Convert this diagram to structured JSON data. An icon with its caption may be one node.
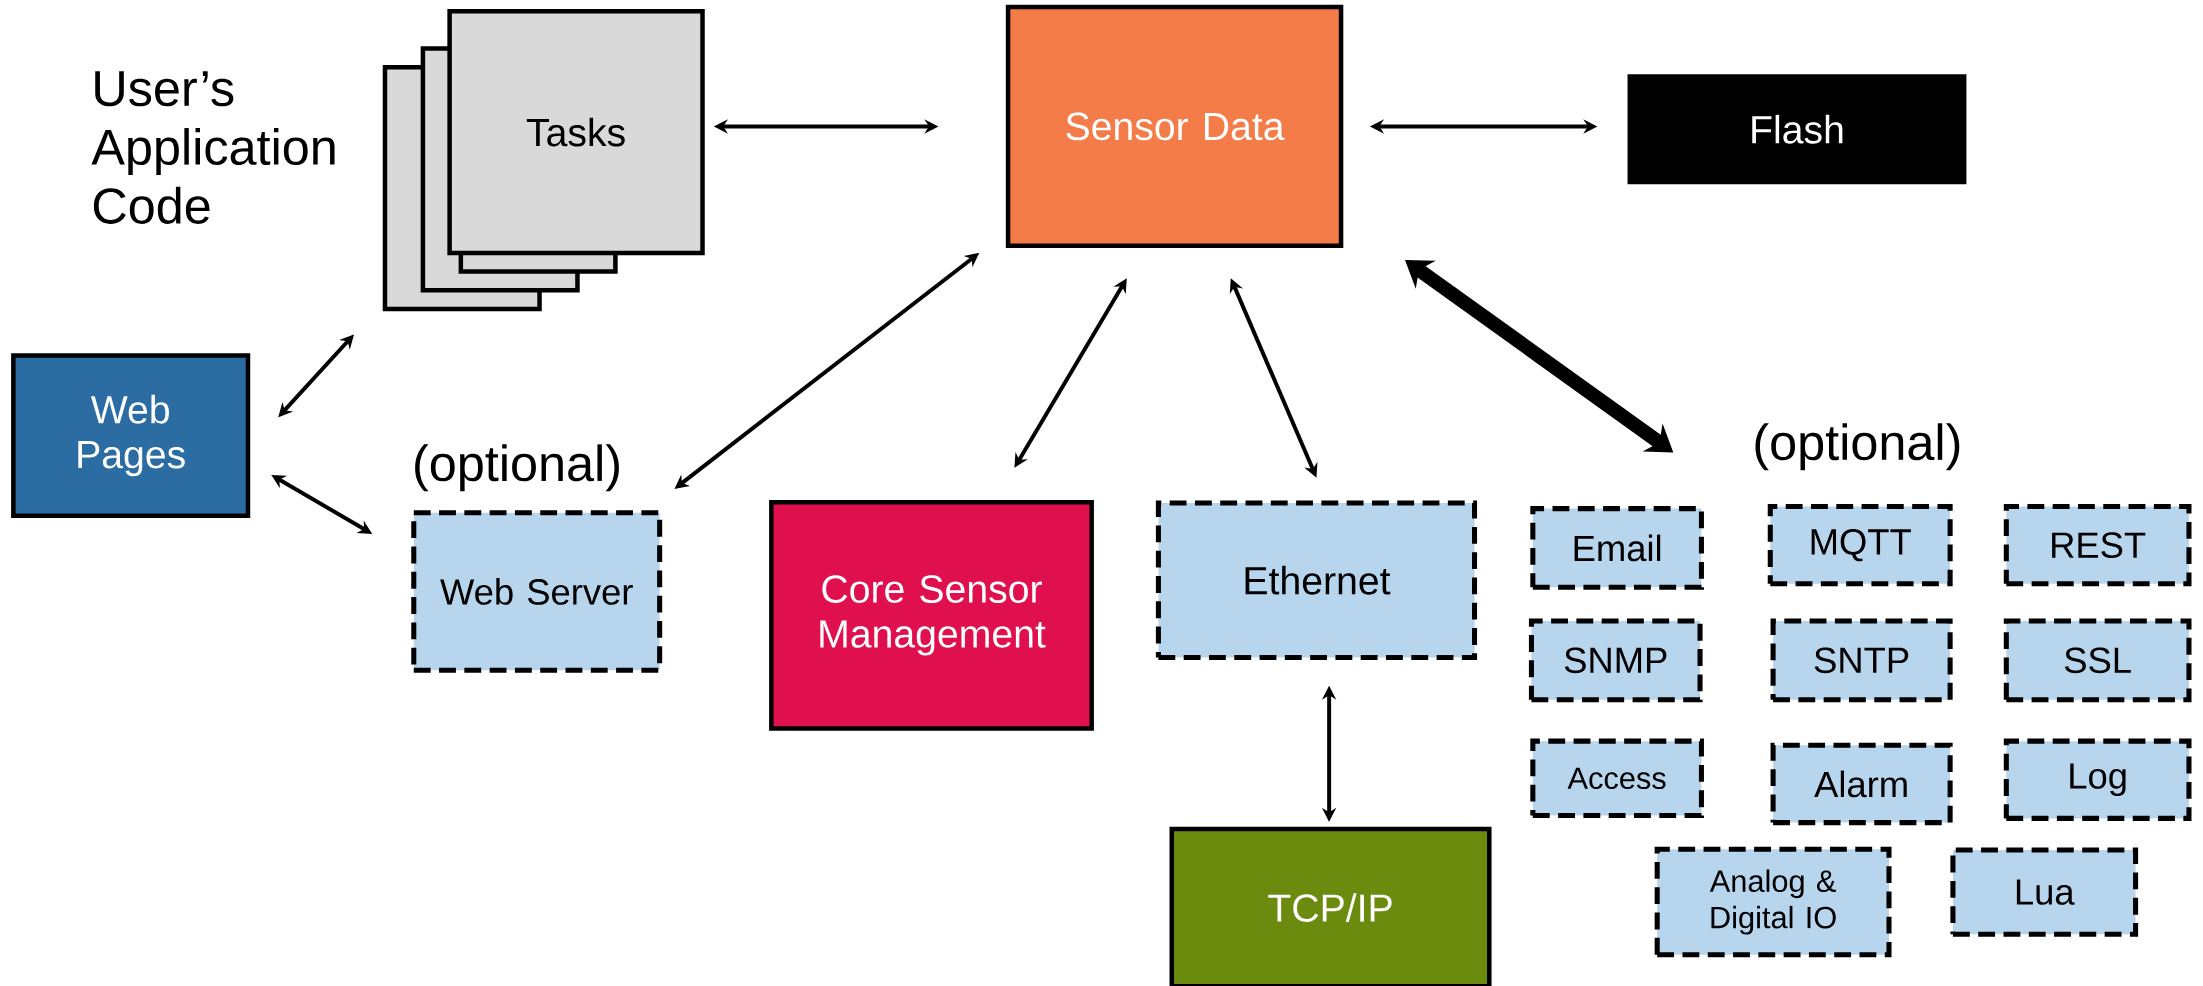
{
  "diagram": {
    "nodes": [
      {
        "text": [
          "Tasks"
        ],
        "beside": [
          "User’s Application Code"
        ]
      },
      {
        "text": [
          "Sensor Data"
        ]
      },
      {
        "text": [
          "Flash"
        ]
      },
      {
        "text": [
          "Web Pages"
        ]
      },
      {
        "text": [
          "Web Server"
        ],
        "beside": [
          "(optional)"
        ]
      },
      {
        "text": [
          "Core Sensor Management"
        ]
      },
      {
        "text": [
          "Ethernet"
        ]
      },
      {
        "text": [
          "TCP/IP"
        ]
      },
      {
        "text": [
          "(optional)"
        ]
      },
      {
        "text": [
          "Email"
        ]
      },
      {
        "text": [
          "MQTT"
        ]
      },
      {
        "text": [
          "REST"
        ]
      },
      {
        "text": [
          "SNMP"
        ]
      },
      {
        "text": [
          "SNTP"
        ]
      },
      {
        "text": [
          "SSL"
        ]
      },
      {
        "text": [
          "Access"
        ]
      },
      {
        "text": [
          "Alarm"
        ]
      },
      {
        "text": [
          "Log"
        ]
      },
      {
        "text": [
          "Analog & Digital IO"
        ]
      },
      {
        "text": [
          "Lua"
        ]
      }
    ],
    "edges": [
      {
        "from": 0,
        "to": 1,
        "arrow": "both"
      },
      {
        "from": 1,
        "to": 2,
        "arrow": "both"
      },
      {
        "from": 3,
        "to": 0,
        "arrow": "both"
      },
      {
        "from": 3,
        "to": 4,
        "arrow": "both"
      },
      {
        "from": 4,
        "to": 1,
        "arrow": "both"
      },
      {
        "from": 5,
        "to": 1,
        "arrow": "both"
      },
      {
        "from": 6,
        "to": 1,
        "arrow": "both"
      },
      {
        "from": 1,
        "to": 8,
        "arrow": "both",
        "style": "thick"
      },
      {
        "from": 6,
        "to": 7,
        "arrow": "both"
      }
    ]
  }
}
